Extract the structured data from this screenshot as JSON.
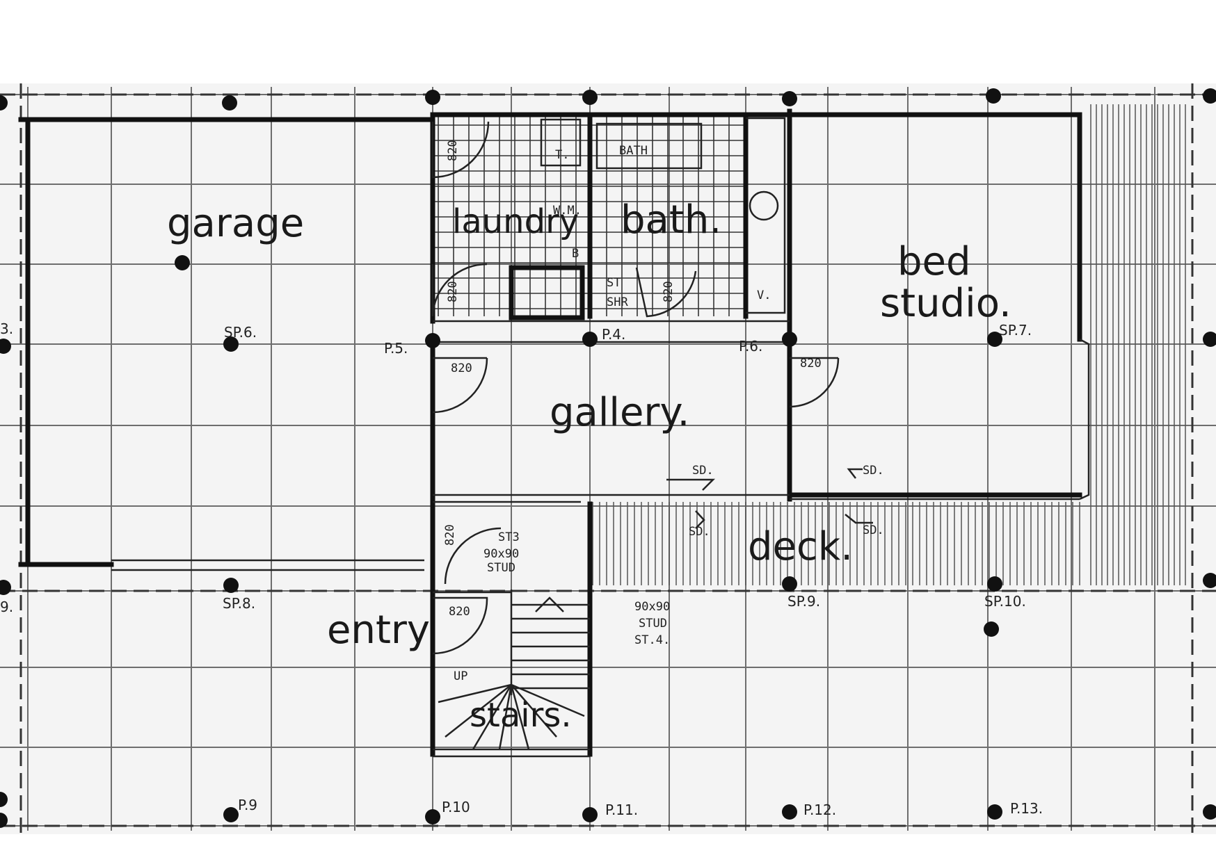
{
  "rooms": {
    "garage": "garage",
    "laundry": "laundry",
    "bath": "bath.",
    "bed_line1": "bed",
    "bed_line2": "studio.",
    "gallery": "gallery.",
    "deck": "deck.",
    "entry": "entry",
    "stairs": "stairs."
  },
  "fixtures": {
    "bath_tub": "BATH",
    "toilet": "T.",
    "laundry_wm": "W.M.",
    "b_mark": "B",
    "shower_line1": "ST",
    "shower_line2": "SHR",
    "vanity": "V.",
    "up": "UP",
    "stud_st3_line1": "ST3",
    "stud_st3_line2": "90x90",
    "stud_st3_line3": "STUD",
    "stud_st4_line1": "90x90",
    "stud_st4_line2": "STUD",
    "stud_st4_line3": "ST.4."
  },
  "door_labels": {
    "d1": "820",
    "d2": "820",
    "d3": "820",
    "d4": "820",
    "d5": "820",
    "d6": "820",
    "d7": "820"
  },
  "sliding_labels": {
    "sd1": "SD.",
    "sd2": "SD.",
    "sd3": "SD.",
    "sd4": "SD."
  },
  "posts": {
    "p5": "P.5.",
    "p4": "P.4.",
    "p6": "P.6.",
    "sp6": "SP.6.",
    "sp7": "SP.7.",
    "sp8": "SP.8.",
    "sp9": "SP.9.",
    "sp10": "SP.10.",
    "p9": "P.9",
    "p10": "P.10",
    "p11": "P.11.",
    "p12": "P.12.",
    "p13": "P.13.",
    "edge3": "3.",
    "edge9": "9."
  }
}
